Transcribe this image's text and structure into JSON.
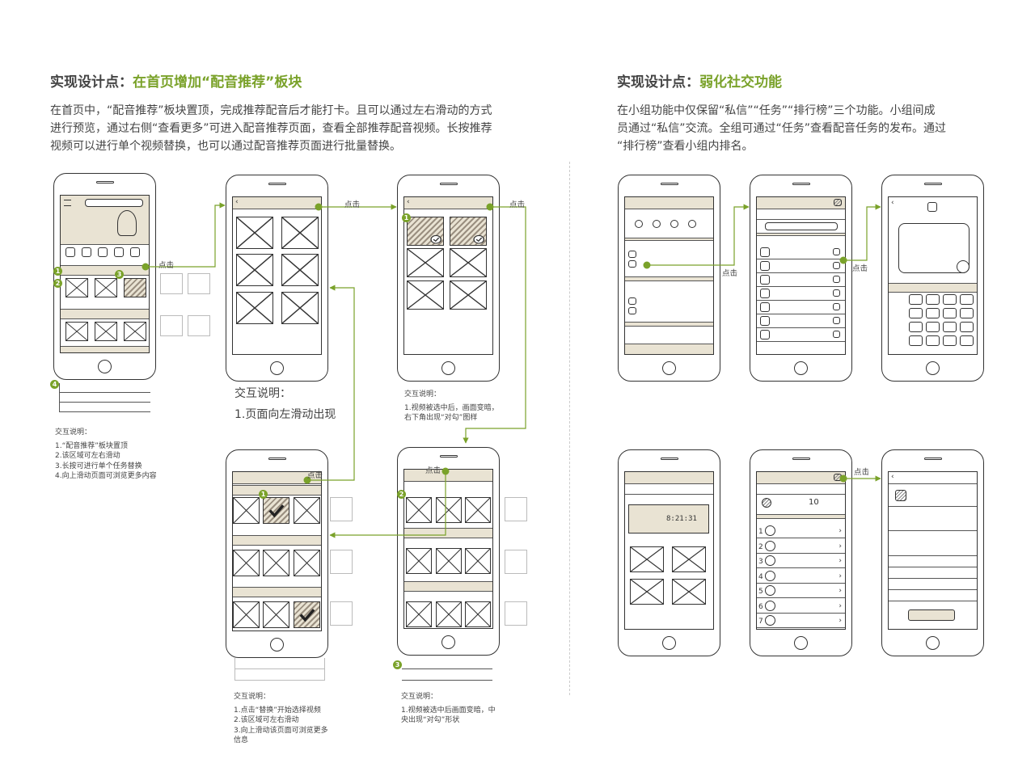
{
  "left": {
    "heading_prefix": "实现设计点：",
    "heading_highlight": "在首页增加“配音推荐”板块",
    "description": [
      "在首页中，“配音推荐”板块置顶，完成推荐配音后才能打卡。且可以通过左右滑动的方式",
      "进行预览，通过右侧“查看更多”可进入配音推荐页面，查看全部推荐配音视频。长按推荐",
      "视频可以进行单个视频替换，也可以通过配音推荐页面进行批量替换。"
    ]
  },
  "right": {
    "heading_prefix": "实现设计点：",
    "heading_highlight": "弱化社交功能",
    "description": [
      "在小组功能中仅保留“私信”“任务”“排行榜”三个功能。小组间成",
      "员通过“私信”交流。全组可通过“任务”查看配音任务的发布。通过",
      "“排行榜”查看小组内排名。"
    ]
  },
  "click_label": "点击",
  "badges": [
    "1",
    "2",
    "3",
    "4"
  ],
  "notes": {
    "home": {
      "title": "交互说明：",
      "lines": [
        "1.“配音推荐”板块置顶",
        "2.该区域可左右滑动",
        "3.长按可进行单个任务替换",
        "4.向上滑动页面可浏览更多内容"
      ]
    },
    "recommend": {
      "title": "交互说明：",
      "lines": [
        "1.页面向左滑动出现"
      ]
    },
    "select": {
      "title": "交互说明：",
      "lines": [
        "1.视频被选中后，画面变暗，",
        "右下角出现“对勾”图样"
      ]
    },
    "replace": {
      "title": "交互说明：",
      "lines": [
        "1.点击“替换”开始选择视频",
        "2.该区域可左右滑动",
        "3.向上滑动该页面可浏览更多",
        "信息"
      ]
    },
    "center_check": {
      "title": "交互说明：",
      "lines": [
        "1.视频被选中后画面变暗，中",
        "央出现“对勾”形状"
      ]
    }
  },
  "rank_numbers": [
    "1",
    "2",
    "3",
    "4",
    "5",
    "6",
    "7"
  ],
  "score": "10",
  "timer": "8:21:31",
  "colors": {
    "accent": "#7aa22a",
    "highlight_fill": "#e9e3d3",
    "ink": "#333333"
  }
}
